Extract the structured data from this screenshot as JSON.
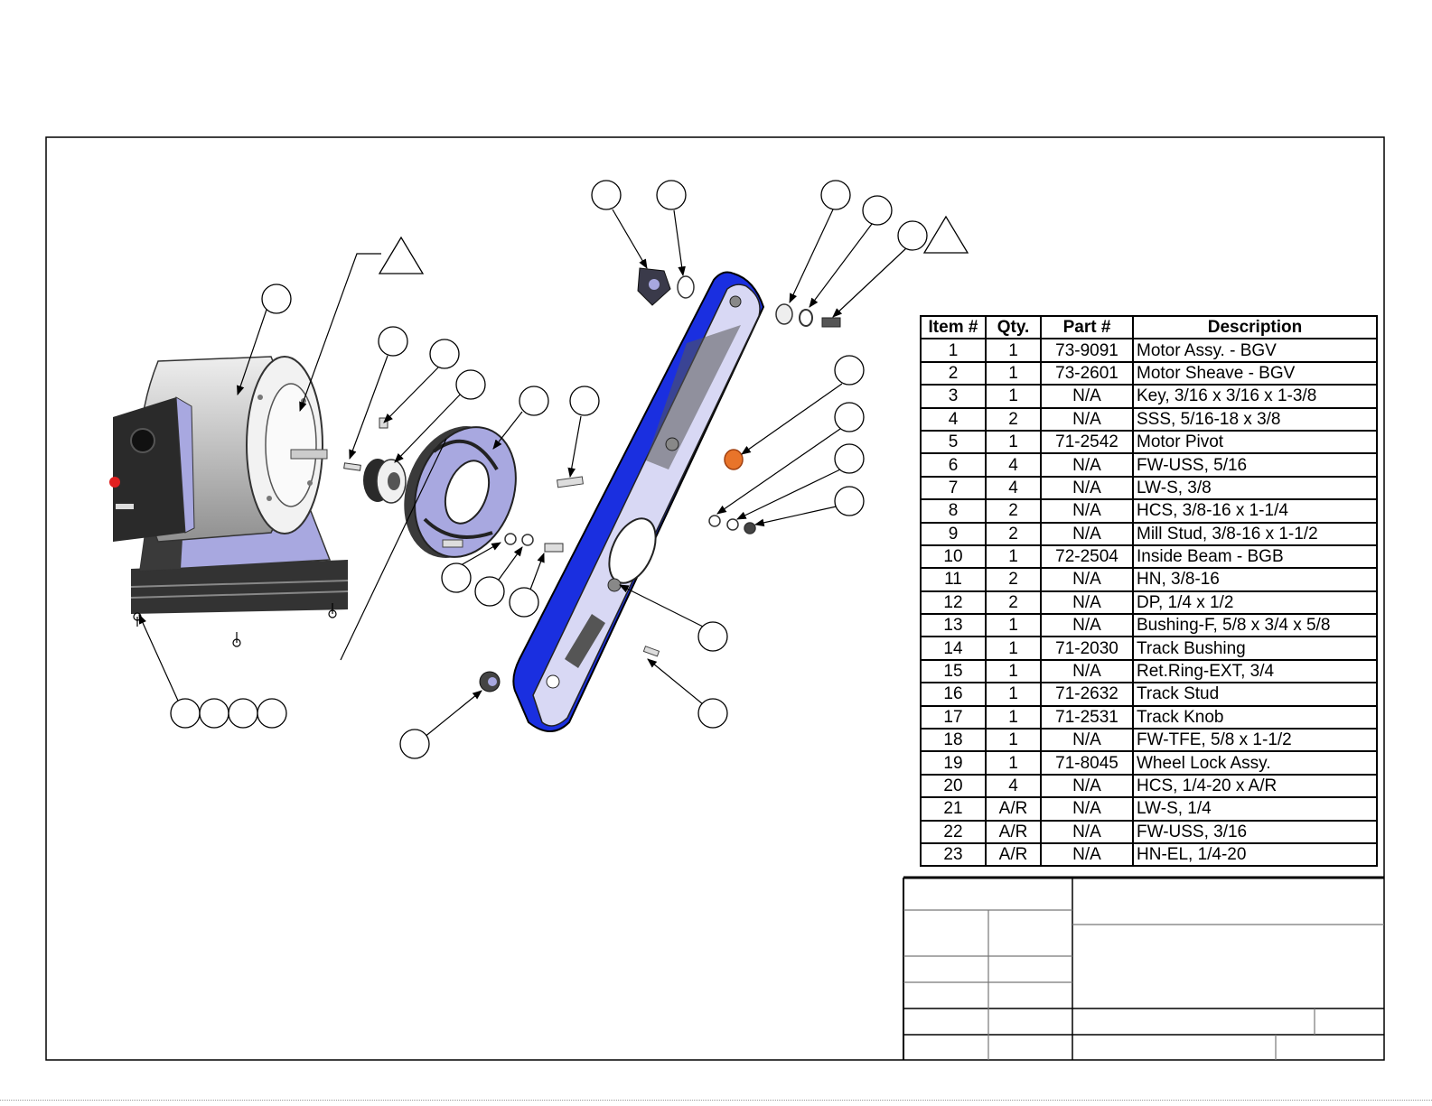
{
  "bom": {
    "headers": [
      "Item #",
      "Qty.",
      "Part #",
      "Description"
    ],
    "rows": [
      [
        "1",
        "1",
        "73-9091",
        "Motor Assy. - BGV"
      ],
      [
        "2",
        "1",
        "73-2601",
        "Motor Sheave - BGV"
      ],
      [
        "3",
        "1",
        "N/A",
        "Key, 3/16 x 3/16 x 1-3/8"
      ],
      [
        "4",
        "2",
        "N/A",
        "SSS, 5/16-18 x 3/8"
      ],
      [
        "5",
        "1",
        "71-2542",
        "Motor Pivot"
      ],
      [
        "6",
        "4",
        "N/A",
        "FW-USS, 5/16"
      ],
      [
        "7",
        "4",
        "N/A",
        "LW-S, 3/8"
      ],
      [
        "8",
        "2",
        "N/A",
        "HCS, 3/8-16 x 1-1/4"
      ],
      [
        "9",
        "2",
        "N/A",
        "Mill Stud, 3/8-16 x 1-1/2"
      ],
      [
        "10",
        "1",
        "72-2504",
        "Inside Beam - BGB"
      ],
      [
        "11",
        "2",
        "N/A",
        "HN, 3/8-16"
      ],
      [
        "12",
        "2",
        "N/A",
        "DP, 1/4 x 1/2"
      ],
      [
        "13",
        "1",
        "N/A",
        "Bushing-F, 5/8 x 3/4 x 5/8"
      ],
      [
        "14",
        "1",
        "71-2030",
        "Track Bushing"
      ],
      [
        "15",
        "1",
        "N/A",
        "Ret.Ring-EXT, 3/4"
      ],
      [
        "16",
        "1",
        "71-2632",
        "Track Stud"
      ],
      [
        "17",
        "1",
        "71-2531",
        "Track Knob"
      ],
      [
        "18",
        "1",
        "N/A",
        "FW-TFE, 5/8 x 1-1/2"
      ],
      [
        "19",
        "1",
        "71-8045",
        "Wheel Lock Assy."
      ],
      [
        "20",
        "4",
        "N/A",
        "HCS, 1/4-20 x A/R"
      ],
      [
        "21",
        "A/R",
        "N/A",
        "LW-S, 1/4"
      ],
      [
        "22",
        "A/R",
        "N/A",
        "FW-USS, 3/16"
      ],
      [
        "23",
        "A/R",
        "N/A",
        "HN-EL, 1/4-20"
      ]
    ]
  },
  "colors": {
    "belt": "#1a2fe0",
    "lavender": "#a8a8e0",
    "dark_metal": "#3a3a3a",
    "orange_part": "#e8742a",
    "motor_gray": "#c8c8c8",
    "red_button": "#e02020"
  },
  "icons": {
    "balloon": "circle-callout",
    "revision": "triangle-callout"
  }
}
